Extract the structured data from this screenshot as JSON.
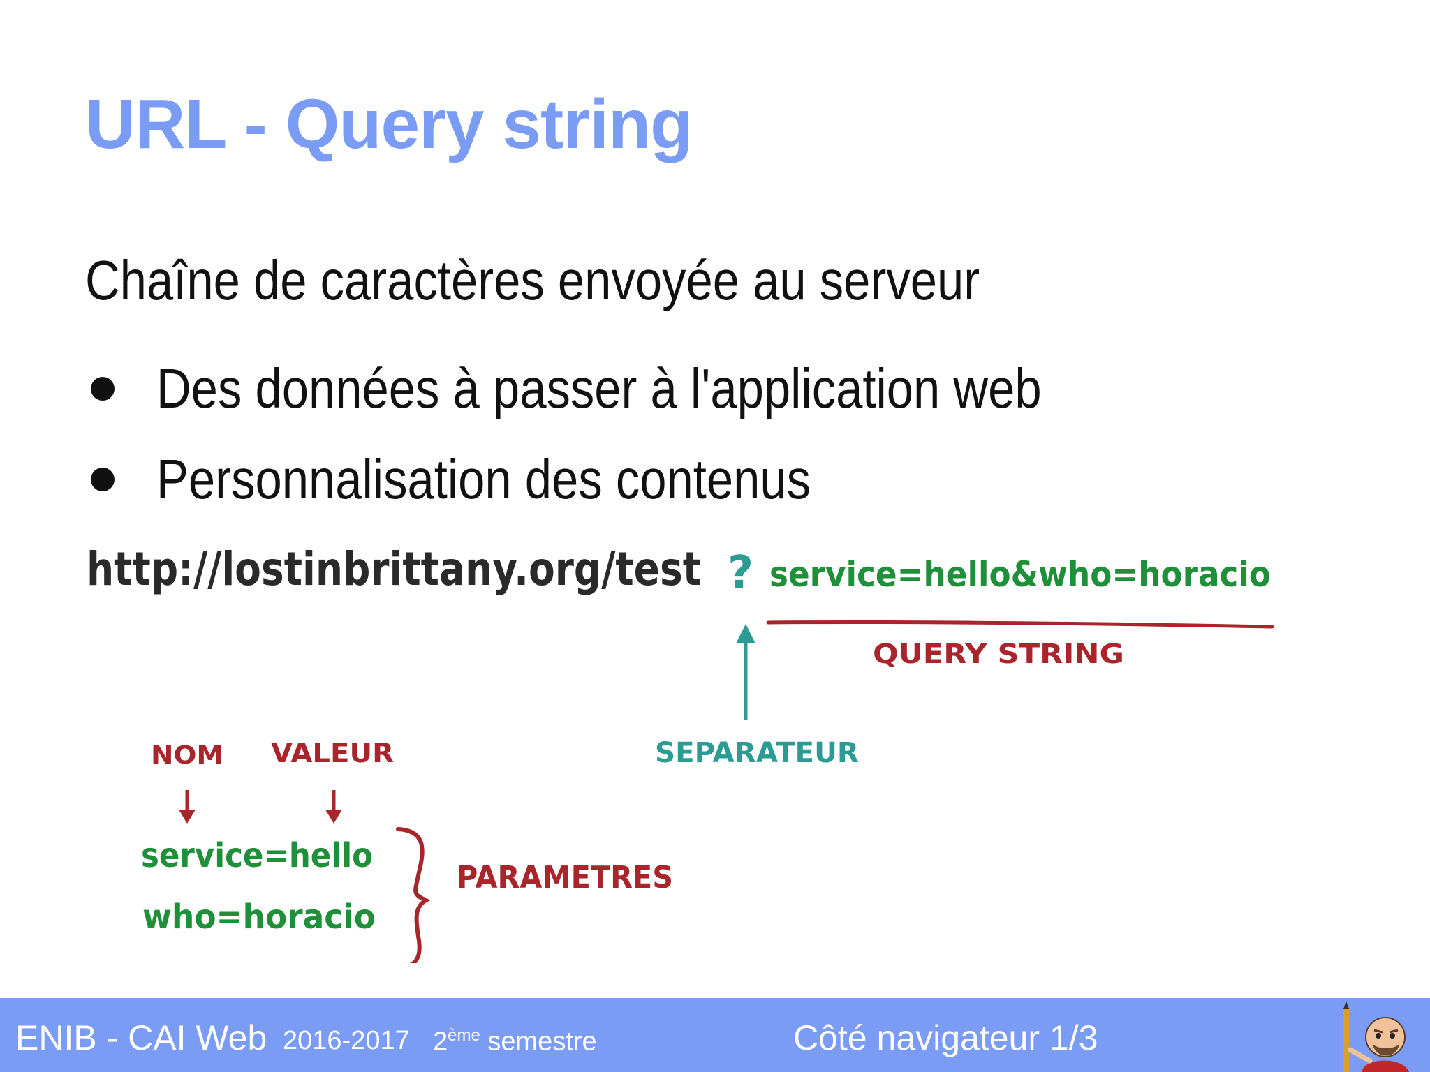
{
  "slide": {
    "title": "URL - Query string",
    "intro": "Chaîne de caractères envoyée au serveur",
    "bullets": [
      "Des données à passer à l'application web",
      "Personnalisation des contenus"
    ]
  },
  "diagram": {
    "url_base": "http://lostinbrittany.org/test",
    "separator_char": "?",
    "query": "service=hello&who=horacio",
    "query_label": "QUERY STRING",
    "separator_label": "SEPARATEUR",
    "name_label": "NOM",
    "value_label": "VALEUR",
    "param_1": "service=hello",
    "param_2": "who=horacio",
    "params_label": "PARAMETRES",
    "colors": {
      "ink": "#2a2a2a",
      "green": "#1f8f3a",
      "red": "#a8252c",
      "teal": "#2b9c94"
    }
  },
  "footer": {
    "school": "ENIB - CAI Web",
    "year": "2016-2017",
    "semester_num": "2",
    "semester_sup": "ème",
    "semester_word": "semestre",
    "chapter": "Côté navigateur 1/3",
    "accent_color": "#7b9cf4"
  }
}
